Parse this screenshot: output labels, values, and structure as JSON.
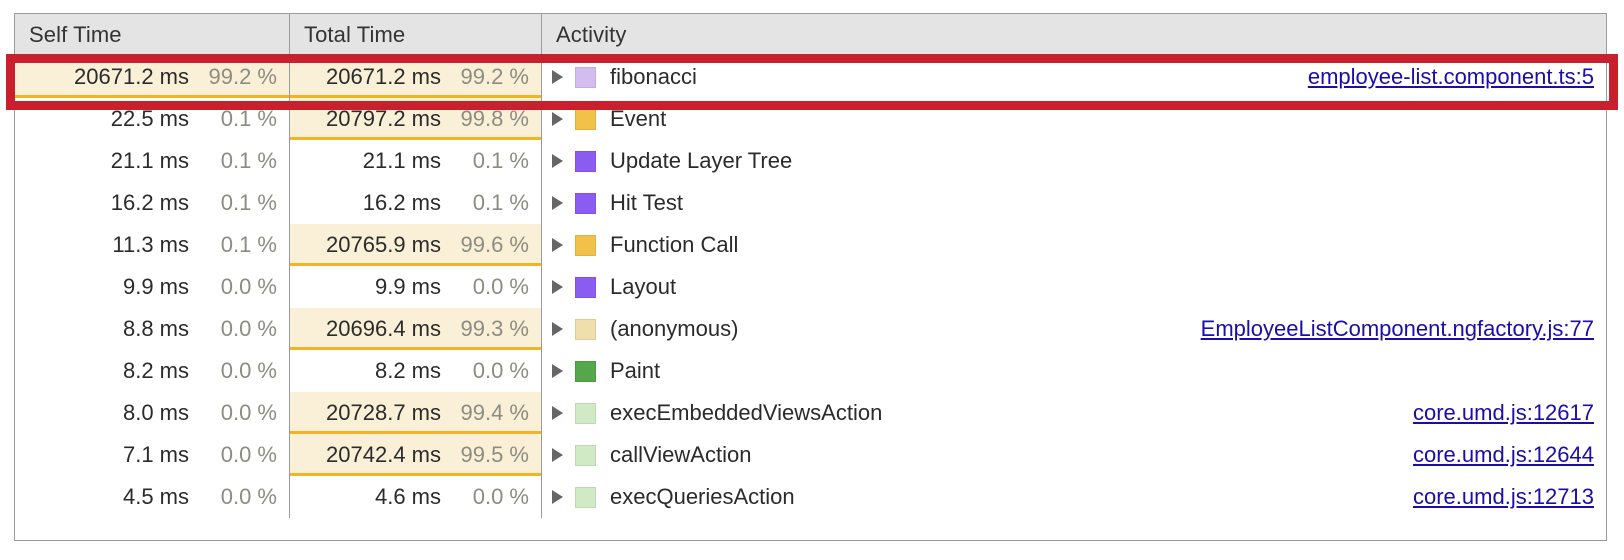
{
  "panel": {
    "name": "bottom-up-tree",
    "columns": {
      "self_time": "Self Time",
      "total_time": "Total Time",
      "activity": "Activity"
    }
  },
  "colors": {
    "highlight_border": "#c8202c",
    "bar_fill": "#faf0d7",
    "bar_underline": "#f0b429",
    "link": "#1a0dab",
    "header_bg": "#e4e4e4",
    "grid_border": "#9b9b9b"
  },
  "rows": [
    {
      "self_ms": "20671.2 ms",
      "self_pct": "99.2 %",
      "self_fill": 100,
      "total_ms": "20671.2 ms",
      "total_pct": "99.2 %",
      "total_fill": 100,
      "activity": "fibonacci",
      "swatch": "#d3bdf0",
      "swatch_name": "activity-color-scripting-light",
      "link": "employee-list.component.ts:5",
      "highlighted": true
    },
    {
      "self_ms": "22.5 ms",
      "self_pct": "0.1 %",
      "self_fill": 0,
      "total_ms": "20797.2 ms",
      "total_pct": "99.8 %",
      "total_fill": 100,
      "activity": "Event",
      "swatch": "#f2c14a",
      "swatch_name": "activity-color-scripting",
      "link": "",
      "highlighted": false
    },
    {
      "self_ms": "21.1 ms",
      "self_pct": "0.1 %",
      "self_fill": 0,
      "total_ms": "21.1 ms",
      "total_pct": "0.1 %",
      "total_fill": 0,
      "activity": "Update Layer Tree",
      "swatch": "#8b5cf0",
      "swatch_name": "activity-color-rendering",
      "link": "",
      "highlighted": false
    },
    {
      "self_ms": "16.2 ms",
      "self_pct": "0.1 %",
      "self_fill": 0,
      "total_ms": "16.2 ms",
      "total_pct": "0.1 %",
      "total_fill": 0,
      "activity": "Hit Test",
      "swatch": "#8b5cf0",
      "swatch_name": "activity-color-rendering",
      "link": "",
      "highlighted": false
    },
    {
      "self_ms": "11.3 ms",
      "self_pct": "0.1 %",
      "self_fill": 0,
      "total_ms": "20765.9 ms",
      "total_pct": "99.6 %",
      "total_fill": 100,
      "activity": "Function Call",
      "swatch": "#f2c14a",
      "swatch_name": "activity-color-scripting",
      "link": "",
      "highlighted": false
    },
    {
      "self_ms": "9.9 ms",
      "self_pct": "0.0 %",
      "self_fill": 0,
      "total_ms": "9.9 ms",
      "total_pct": "0.0 %",
      "total_fill": 0,
      "activity": "Layout",
      "swatch": "#8b5cf0",
      "swatch_name": "activity-color-rendering",
      "link": "",
      "highlighted": false
    },
    {
      "self_ms": "8.8 ms",
      "self_pct": "0.0 %",
      "self_fill": 0,
      "total_ms": "20696.4 ms",
      "total_pct": "99.3 %",
      "total_fill": 100,
      "activity": "(anonymous)",
      "swatch": "#efdfad",
      "swatch_name": "activity-color-scripting-pale",
      "link": "EmployeeListComponent.ngfactory.js:77",
      "highlighted": false
    },
    {
      "self_ms": "8.2 ms",
      "self_pct": "0.0 %",
      "self_fill": 0,
      "total_ms": "8.2 ms",
      "total_pct": "0.0 %",
      "total_fill": 0,
      "activity": "Paint",
      "swatch": "#56a64b",
      "swatch_name": "activity-color-painting",
      "link": "",
      "highlighted": false
    },
    {
      "self_ms": "8.0 ms",
      "self_pct": "0.0 %",
      "self_fill": 0,
      "total_ms": "20728.7 ms",
      "total_pct": "99.4 %",
      "total_fill": 100,
      "activity": "execEmbeddedViewsAction",
      "swatch": "#cfeac4",
      "swatch_name": "activity-color-painting-pale",
      "link": "core.umd.js:12617",
      "highlighted": false
    },
    {
      "self_ms": "7.1 ms",
      "self_pct": "0.0 %",
      "self_fill": 0,
      "total_ms": "20742.4 ms",
      "total_pct": "99.5 %",
      "total_fill": 100,
      "activity": "callViewAction",
      "swatch": "#cfeac4",
      "swatch_name": "activity-color-painting-pale",
      "link": "core.umd.js:12644",
      "highlighted": false
    },
    {
      "self_ms": "4.5 ms",
      "self_pct": "0.0 %",
      "self_fill": 0,
      "total_ms": "4.6 ms",
      "total_pct": "0.0 %",
      "total_fill": 0,
      "activity": "execQueriesAction",
      "swatch": "#cfeac4",
      "swatch_name": "activity-color-painting-pale",
      "link": "core.umd.js:12713",
      "highlighted": false
    }
  ]
}
